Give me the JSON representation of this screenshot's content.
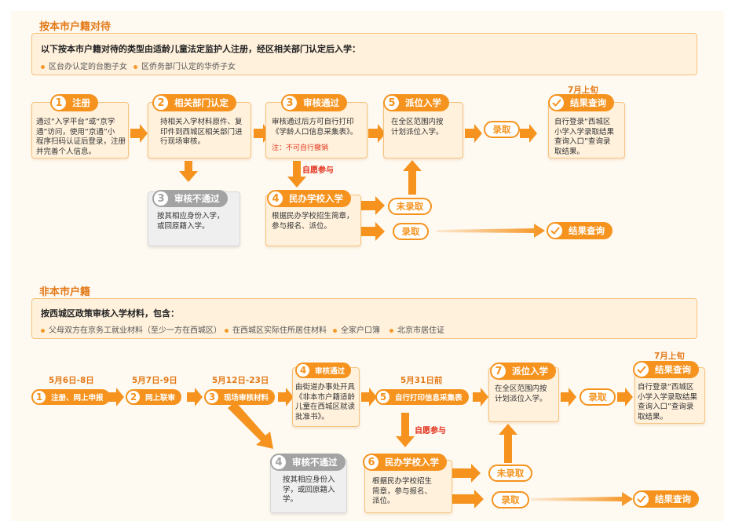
{
  "colors": {
    "accent": "#f5931e",
    "section_title": "#e37a18",
    "warning": "#e2331d",
    "gray_step": "#a3a3a3"
  },
  "icons": {
    "step_badge": "circled-number",
    "result_badge": "check-circle-icon",
    "flow_arrow": "right-arrow"
  },
  "section1": {
    "title": "按本市户籍对待",
    "intro": "以下按本市户籍对待的类型由适龄儿童法定监护人注册，经区相关部门认定后入学：",
    "bullets": [
      "区台办认定的台胞子女",
      "区侨务部门认定的华侨子女"
    ],
    "steps": [
      {
        "num": "1",
        "label": "注册",
        "text": "通过“入学平台”或“京学\n通”访问，使用“京通”小\n程序扫码认证后登录，注册\n并完善个人信息。"
      },
      {
        "num": "2",
        "label": "相关部门认定",
        "text": "持相关入学材料原件、复\n印件到西城区相关部门进\n行现场审核。"
      },
      {
        "num": "3",
        "label": "审核通过",
        "text": "审核通过后方可自行打印\n《学龄人口信息采集表》。",
        "warning": "注：不可自行撤销"
      },
      {
        "num": "5",
        "label": "派位入学",
        "text": "在全区范围内按\n计划派位入学。"
      },
      {
        "num": "3",
        "label": "审核不通过",
        "text": "按其相应身份入学，\n或回原籍入学。"
      },
      {
        "num": "4",
        "label": "民办学校入学",
        "text": "根据民办学校招生简章，\n参与报名、派位。"
      }
    ],
    "voluntary": "自愿参与",
    "admitted": "录取",
    "not_admitted": "未录取",
    "result_date": "7月上旬",
    "result_label": "结果查询",
    "result_text": "自行登录“西城区\n小学入学录取结果\n查询入口”查询录\n取结果。",
    "result2_label": "结果查询"
  },
  "section2": {
    "title": "非本市户籍",
    "intro": "按西城区政策审核入学材料，包含：",
    "bullets": [
      "父母双方在京务工就业材料（至少一方在西城区）",
      "在西城区实际住所居住材料",
      "全家户口簿",
      "北京市居住证"
    ],
    "step1": {
      "date": "5月6日-8日",
      "num": "1",
      "label": "注册、网上申报"
    },
    "step2": {
      "date": "5月7日-9日",
      "num": "2",
      "label": "网上联审"
    },
    "step3": {
      "date": "5月12日-23日",
      "num": "3",
      "label": "现场审核材料"
    },
    "step4": {
      "num": "4",
      "label": "审核通过",
      "text": "由街道办事处开具\n《非本市户籍适龄\n儿童在西城区就读\n批准书》。"
    },
    "step5": {
      "date": "5月31日前",
      "num": "5",
      "label": "自行打印信息采集表"
    },
    "step7": {
      "num": "7",
      "label": "派位入学",
      "text": "在全区范围内按\n计划派位入学。"
    },
    "fail": {
      "num": "4",
      "label": "审核不通过",
      "text": "按其相应身份入\n学，或回原籍入\n学。"
    },
    "private": {
      "num": "6",
      "label": "民办学校入学",
      "text": "根据民办学校招生\n简章，参与报名、\n派位。"
    },
    "voluntary": "自愿参与",
    "admitted": "录取",
    "not_admitted": "未录取",
    "result_date": "7月上旬",
    "result_label": "结果查询",
    "result_text": "自行登录“西城区\n小学入学录取结果\n查询入口”查询录\n取结果。",
    "result2_label": "结果查询"
  }
}
